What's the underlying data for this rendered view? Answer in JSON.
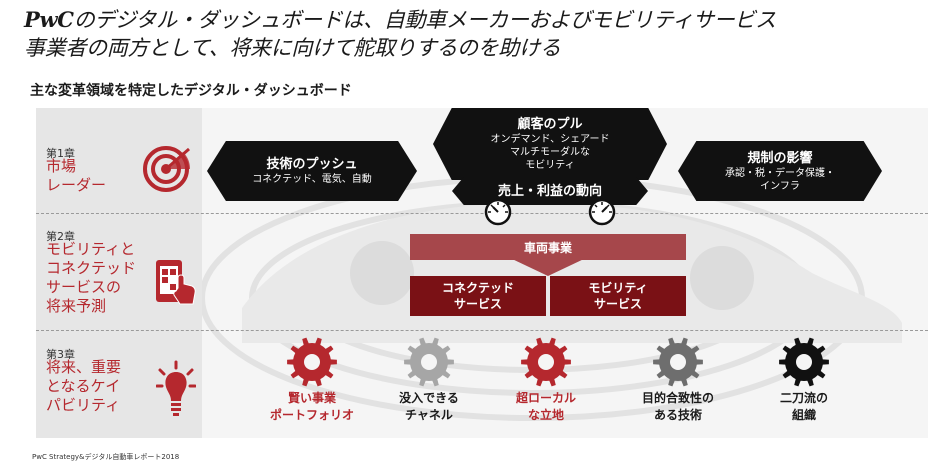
{
  "headline": {
    "brand": "PwC",
    "line1_rest": "のデジタル・ダッシュボードは、自動車メーカーおよびモビリティサービス",
    "line2": "事業者の両方として、将来に向けて舵取りするのを助ける"
  },
  "subtitle": "主な変革領域を特定したデジタル・ダッシュボード",
  "chapters": [
    {
      "num": "第1章",
      "title": [
        "市場",
        "レーダー"
      ],
      "icon": "radar-target-icon"
    },
    {
      "num": "第2章",
      "title": [
        "モビリティと",
        "コネクテッド",
        "サービスの",
        "将来予測"
      ],
      "icon": "smartphone-tap-icon"
    },
    {
      "num": "第3章",
      "title": [
        "将来、重要",
        "となるケイ",
        "パビリティ"
      ],
      "icon": "lightbulb-icon"
    }
  ],
  "drivers": {
    "tech_push": {
      "heading": "技術のプッシュ",
      "sub": "コネクテッド、電気、自動"
    },
    "customer_pull": {
      "heading": "顧客のプル",
      "sub": [
        "オンデマンド、シェアード",
        "マルチモーダルな",
        "モビリティ"
      ]
    },
    "regulation": {
      "heading": "規制の影響",
      "sub": [
        "承認・税・データ保護・",
        "インフラ"
      ]
    },
    "revenue": {
      "heading": "売上・利益の動向"
    }
  },
  "vehicle_business": "車両事業",
  "services": [
    [
      "コネクテッド",
      "サービス"
    ],
    [
      "モビリティ",
      "サービス"
    ]
  ],
  "capabilities": [
    {
      "label": [
        "賢い事業",
        "ポートフォリオ"
      ],
      "color": "#b5282e",
      "text_color": "#b5282e"
    },
    {
      "label": [
        "没入できる",
        "チャネル"
      ],
      "color": "#a6a6a6",
      "text_color": "#1a1a1a"
    },
    {
      "label": [
        "超ローカル",
        "な立地"
      ],
      "color": "#b5282e",
      "text_color": "#b5282e"
    },
    {
      "label": [
        "目的合致性の",
        "ある技術"
      ],
      "color": "#6e6e6e",
      "text_color": "#1a1a1a"
    },
    {
      "label": [
        "二刀流の",
        "組織"
      ],
      "color": "#111111",
      "text_color": "#1a1a1a"
    }
  ],
  "footer": "PwC Strategy&デジタル自動車レポート2018",
  "colors": {
    "accent": "#b5282e",
    "dark_red": "#7a1115",
    "light_red": "#a6474b"
  }
}
